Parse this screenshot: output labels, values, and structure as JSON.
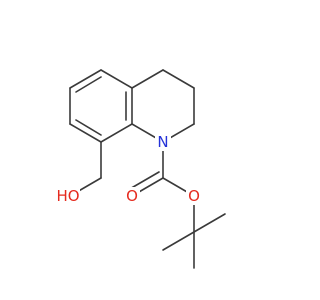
{
  "molecule": {
    "colors": {
      "bond": "#3a3a3a",
      "oxygen": "#e52a1e",
      "nitrogen": "#2432d8",
      "background": "#ffffff"
    },
    "atom_labels": {
      "hydroxyl_oxygen": "HO",
      "ring_nitrogen": "N",
      "carbonyl_oxygen": "O",
      "ester_oxygen": "O"
    }
  }
}
